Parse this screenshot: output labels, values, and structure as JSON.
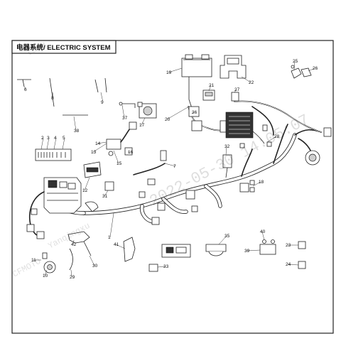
{
  "title": "电器系统/ ELECTRIC SYSTEM",
  "watermark": {
    "timestamp": "2022-05-30 14:05:07",
    "fragments": [
      "Yanqingxu",
      "CFMOTO",
      "tang"
    ]
  },
  "callouts": [
    "1",
    "2",
    "3",
    "4",
    "5",
    "6",
    "7",
    "8",
    "9",
    "10",
    "11",
    "12",
    "13",
    "14",
    "15",
    "16",
    "17",
    "18",
    "19",
    "20",
    "21",
    "22",
    "23",
    "24",
    "25",
    "26",
    "27",
    "28",
    "29",
    "30",
    "31",
    "32",
    "33",
    "35",
    "36",
    "37",
    "38",
    "39",
    "40",
    "41",
    "42"
  ]
}
